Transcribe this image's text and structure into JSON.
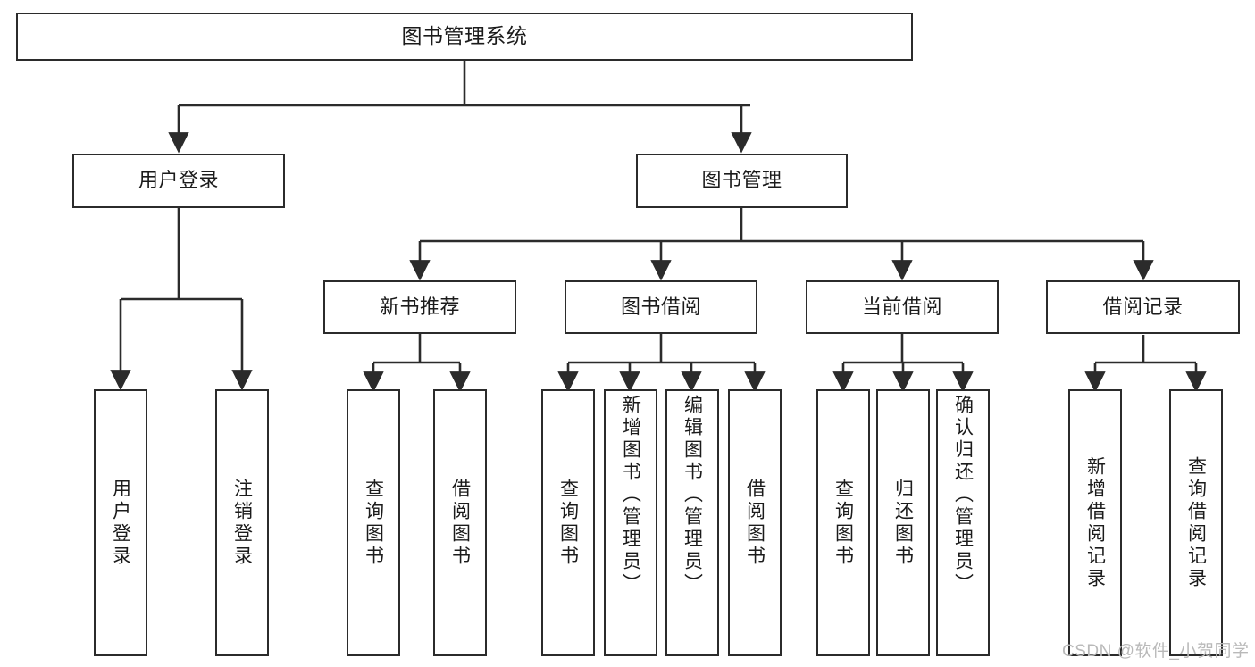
{
  "diagram": {
    "title": "图书管理系统",
    "type": "tree-hierarchy-diagram",
    "watermark": "CSDN @软件_小贺同学",
    "colors": {
      "box_border": "#2b2b2b",
      "box_fill": "#ffffff",
      "edge": "#2b2b2b",
      "text": "#1b1b1b",
      "watermark": "#b9b9b9",
      "background": "#ffffff"
    },
    "nodes": {
      "root": {
        "label": "图书管理系统"
      },
      "level2": [
        {
          "id": "user-login",
          "label": "用户登录"
        },
        {
          "id": "book-manage",
          "label": "图书管理"
        }
      ],
      "level3": [
        {
          "id": "new-book-recommend",
          "label": "新书推荐"
        },
        {
          "id": "book-borrow",
          "label": "图书借阅"
        },
        {
          "id": "current-borrow",
          "label": "当前借阅"
        },
        {
          "id": "borrow-record",
          "label": "借阅记录"
        }
      ],
      "leaves": {
        "user_login": [
          {
            "id": "leaf-user-login",
            "label": "用户登录",
            "align": "center"
          },
          {
            "id": "leaf-logout-login",
            "label": "注销登录",
            "align": "center"
          }
        ],
        "new_book_recommend": [
          {
            "id": "leaf-query-book-1",
            "label": "查询图书",
            "align": "center"
          },
          {
            "id": "leaf-borrow-book-1",
            "label": "借阅图书",
            "align": "center"
          }
        ],
        "book_borrow": [
          {
            "id": "leaf-query-book-2",
            "label": "查询图书",
            "align": "center"
          },
          {
            "id": "leaf-add-book-admin",
            "label": "新增图书（管理员）",
            "align": "top"
          },
          {
            "id": "leaf-edit-book-admin",
            "label": "编辑图书（管理员）",
            "align": "top"
          },
          {
            "id": "leaf-borrow-book-2",
            "label": "借阅图书",
            "align": "center"
          }
        ],
        "current_borrow": [
          {
            "id": "leaf-query-book-3",
            "label": "查询图书",
            "align": "center"
          },
          {
            "id": "leaf-return-book",
            "label": "归还图书",
            "align": "center"
          },
          {
            "id": "leaf-confirm-return-admin",
            "label": "确认归还（管理员）",
            "align": "top"
          }
        ],
        "borrow_record": [
          {
            "id": "leaf-add-borrow-record",
            "label": "新增借阅记录",
            "align": "center"
          },
          {
            "id": "leaf-query-borrow-record",
            "label": "查询借阅记录",
            "align": "center"
          }
        ]
      }
    },
    "edges": [
      {
        "from": "图书管理系统",
        "to": "用户登录"
      },
      {
        "from": "图书管理系统",
        "to": "图书管理"
      },
      {
        "from": "用户登录",
        "to": "用户登录"
      },
      {
        "from": "用户登录",
        "to": "注销登录"
      },
      {
        "from": "图书管理",
        "to": "新书推荐"
      },
      {
        "from": "图书管理",
        "to": "图书借阅"
      },
      {
        "from": "图书管理",
        "to": "当前借阅"
      },
      {
        "from": "图书管理",
        "to": "借阅记录"
      },
      {
        "from": "新书推荐",
        "to": "查询图书"
      },
      {
        "from": "新书推荐",
        "to": "借阅图书"
      },
      {
        "from": "图书借阅",
        "to": "查询图书"
      },
      {
        "from": "图书借阅",
        "to": "新增图书（管理员）"
      },
      {
        "from": "图书借阅",
        "to": "编辑图书（管理员）"
      },
      {
        "from": "图书借阅",
        "to": "借阅图书"
      },
      {
        "from": "当前借阅",
        "to": "查询图书"
      },
      {
        "from": "当前借阅",
        "to": "归还图书"
      },
      {
        "from": "当前借阅",
        "to": "确认归还（管理员）"
      },
      {
        "from": "借阅记录",
        "to": "新增借阅记录"
      },
      {
        "from": "借阅记录",
        "to": "查询借阅记录"
      }
    ]
  }
}
